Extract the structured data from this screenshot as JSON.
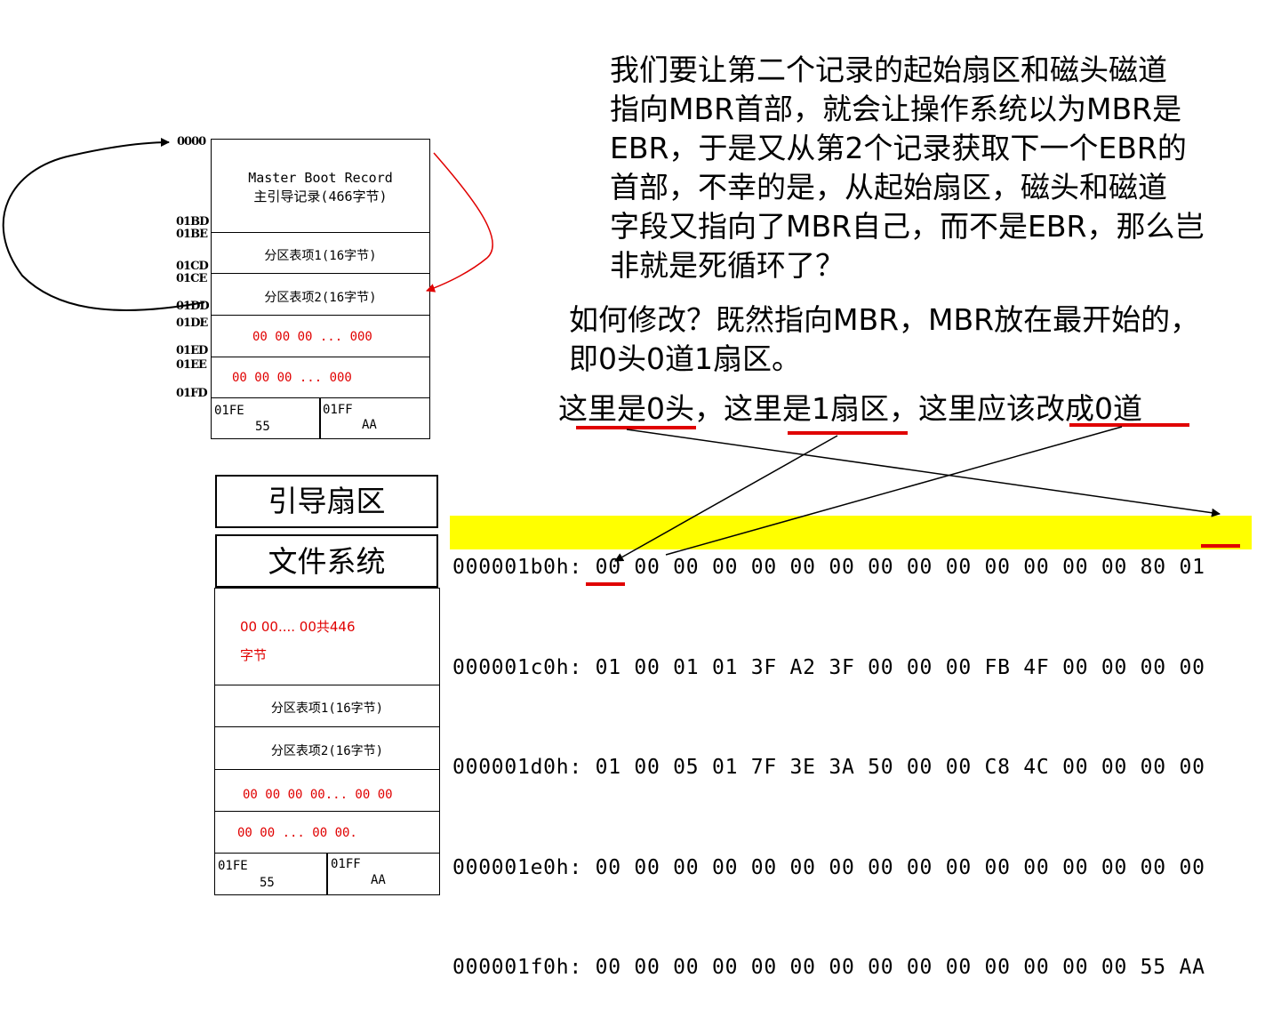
{
  "mbr_top": {
    "title_en": "Master Boot Record",
    "title_cn": "主引导记录(466字节)",
    "entry1": "分区表项1(16字节)",
    "entry2": "分区表项2(16字节)",
    "entry3": "00 00 00 ... 000",
    "entry4": "00 00 00 ... 000",
    "sig_left_off": "01FE",
    "sig_left_val": "55",
    "sig_right_off": "01FF",
    "sig_right_val": "AA"
  },
  "offsets": [
    "0000",
    "01BD",
    "01BE",
    "01CD",
    "01CE",
    "01DD",
    "01DE",
    "01ED",
    "01EE",
    "01FD"
  ],
  "label_boot": "引导扇区",
  "label_fs": "文件系统",
  "mbr_bottom": {
    "zeros_line1": "00 00.... 00共446",
    "zeros_line2": "字节",
    "entry1": "分区表项1(16字节)",
    "entry2": "分区表项2(16字节)",
    "entry3": "00 00 00 00... 00 00",
    "entry4": "00 00 ... 00 00.",
    "sig_left_off": "01FE",
    "sig_left_val": "55",
    "sig_right_off": "01FF",
    "sig_right_val": "AA"
  },
  "text": {
    "para1": [
      "我们要让第二个记录的起始扇区和磁头磁道",
      "指向MBR首部，就会让操作系统以为MBR是",
      "EBR，于是又从第2个记录获取下一个EBR的",
      "首部，不幸的是，从起始扇区，磁头和磁道",
      "字段又指向了MBR自己，而不是EBR，那么岂",
      "非就是死循环了？"
    ],
    "para2": [
      "如何修改？既然指向MBR，MBR放在最开始的，",
      "即0头0道1扇区。"
    ],
    "annotation": "这里是0头，这里是1扇区，这里应该改成0道"
  },
  "hexdump": [
    {
      "addr": "000001b0h:",
      "bytes": "00 00 00 00 00 00 00 00 00 00 00 00 00 00 80 01",
      "highlight": false
    },
    {
      "addr": "000001c0h:",
      "bytes": "01 00 01 01 3F A2 3F 00 00 00 FB 4F 00 00 00 00",
      "highlight": true
    },
    {
      "addr": "000001d0h:",
      "bytes": "01 00 05 01 7F 3E 3A 50 00 00 C8 4C 00 00 00 00",
      "highlight": false
    },
    {
      "addr": "000001e0h:",
      "bytes": "00 00 00 00 00 00 00 00 00 00 00 00 00 00 00 00",
      "highlight": false
    },
    {
      "addr": "000001f0h:",
      "bytes": "00 00 00 00 00 00 00 00 00 00 00 00 00 00 55 AA",
      "highlight": false
    }
  ],
  "colors": {
    "highlight": "#ffff00",
    "red": "#e00000",
    "arrow": "#000000"
  }
}
